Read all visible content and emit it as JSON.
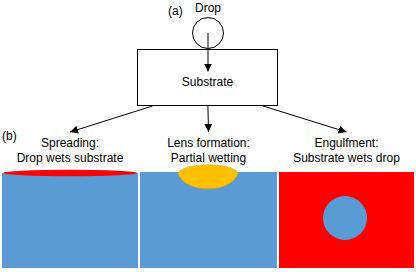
{
  "diagram": {
    "nodes": [
      {
        "text": [
          "Drop"
        ]
      },
      {
        "text": [
          "Substrate"
        ]
      },
      {
        "text": [
          "Spreading:",
          "Drop wets substrate"
        ]
      },
      {
        "text": [
          "Lens formation:",
          "Partial wetting"
        ]
      },
      {
        "text": [
          "Engulfment:",
          "Substrate wets drop"
        ]
      }
    ],
    "edges": [
      {
        "from": 0,
        "to": 1,
        "arrow": "to"
      },
      {
        "from": 1,
        "to": 2,
        "arrow": "to"
      },
      {
        "from": 1,
        "to": 3,
        "arrow": "to"
      },
      {
        "from": 1,
        "to": 4,
        "arrow": "to"
      }
    ],
    "labels": [
      "(a)",
      "(b)"
    ]
  }
}
